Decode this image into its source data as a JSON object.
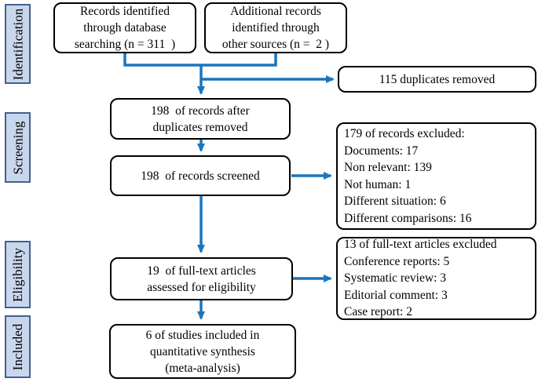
{
  "figure": {
    "kind": "PRISMA flow diagram"
  },
  "stages": [
    {
      "id": "identification",
      "label": "Identification"
    },
    {
      "id": "screening",
      "label": "Screening"
    },
    {
      "id": "eligibility",
      "label": "Eligibility"
    },
    {
      "id": "included",
      "label": "Included"
    }
  ],
  "boxes": {
    "records_identified": "Records identified\nthrough database\nsearching (n = 311  )",
    "additional_records": "Additional records\nidentified through\nother sources (n =  2 )",
    "duplicates_removed": "115 duplicates removed",
    "after_duplicates": "198  of records after\nduplicates removed",
    "records_screened": "198  of records screened",
    "records_excluded": "179 of records excluded:\nDocuments: 17\nNon relevant: 139\nNot human: 1\nDifferent situation: 6\nDifferent comparisons: 16",
    "fulltext_assessed": "19  of full-text articles\nassessed for eligibility",
    "fulltext_excluded": "13 of full-text articles excluded\nConference reports: 5\nSystematic review: 3\nEditorial comment: 3\nCase report: 2",
    "studies_included": "6 of studies included in\nquantitative synthesis\n(meta-analysis)"
  },
  "colors": {
    "arrow": "#1b75bc",
    "stage_fill": "#c9d7ed",
    "stage_border": "#41618e",
    "box_border": "#000000",
    "box_fill": "#ffffff"
  }
}
